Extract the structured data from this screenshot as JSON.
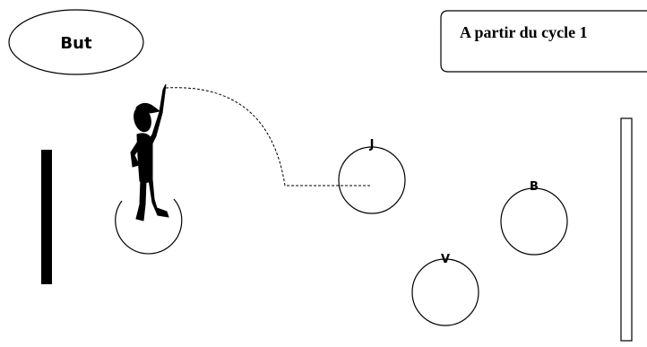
{
  "goal": {
    "label": "But"
  },
  "cycle_box": {
    "text": "A partir du cycle 1"
  },
  "circles": [
    {
      "id": "J",
      "label": "J"
    },
    {
      "id": "B",
      "label": "B"
    },
    {
      "id": "V",
      "label": "V"
    }
  ],
  "colors": {
    "stroke": "#000000",
    "background": "#ffffff"
  }
}
